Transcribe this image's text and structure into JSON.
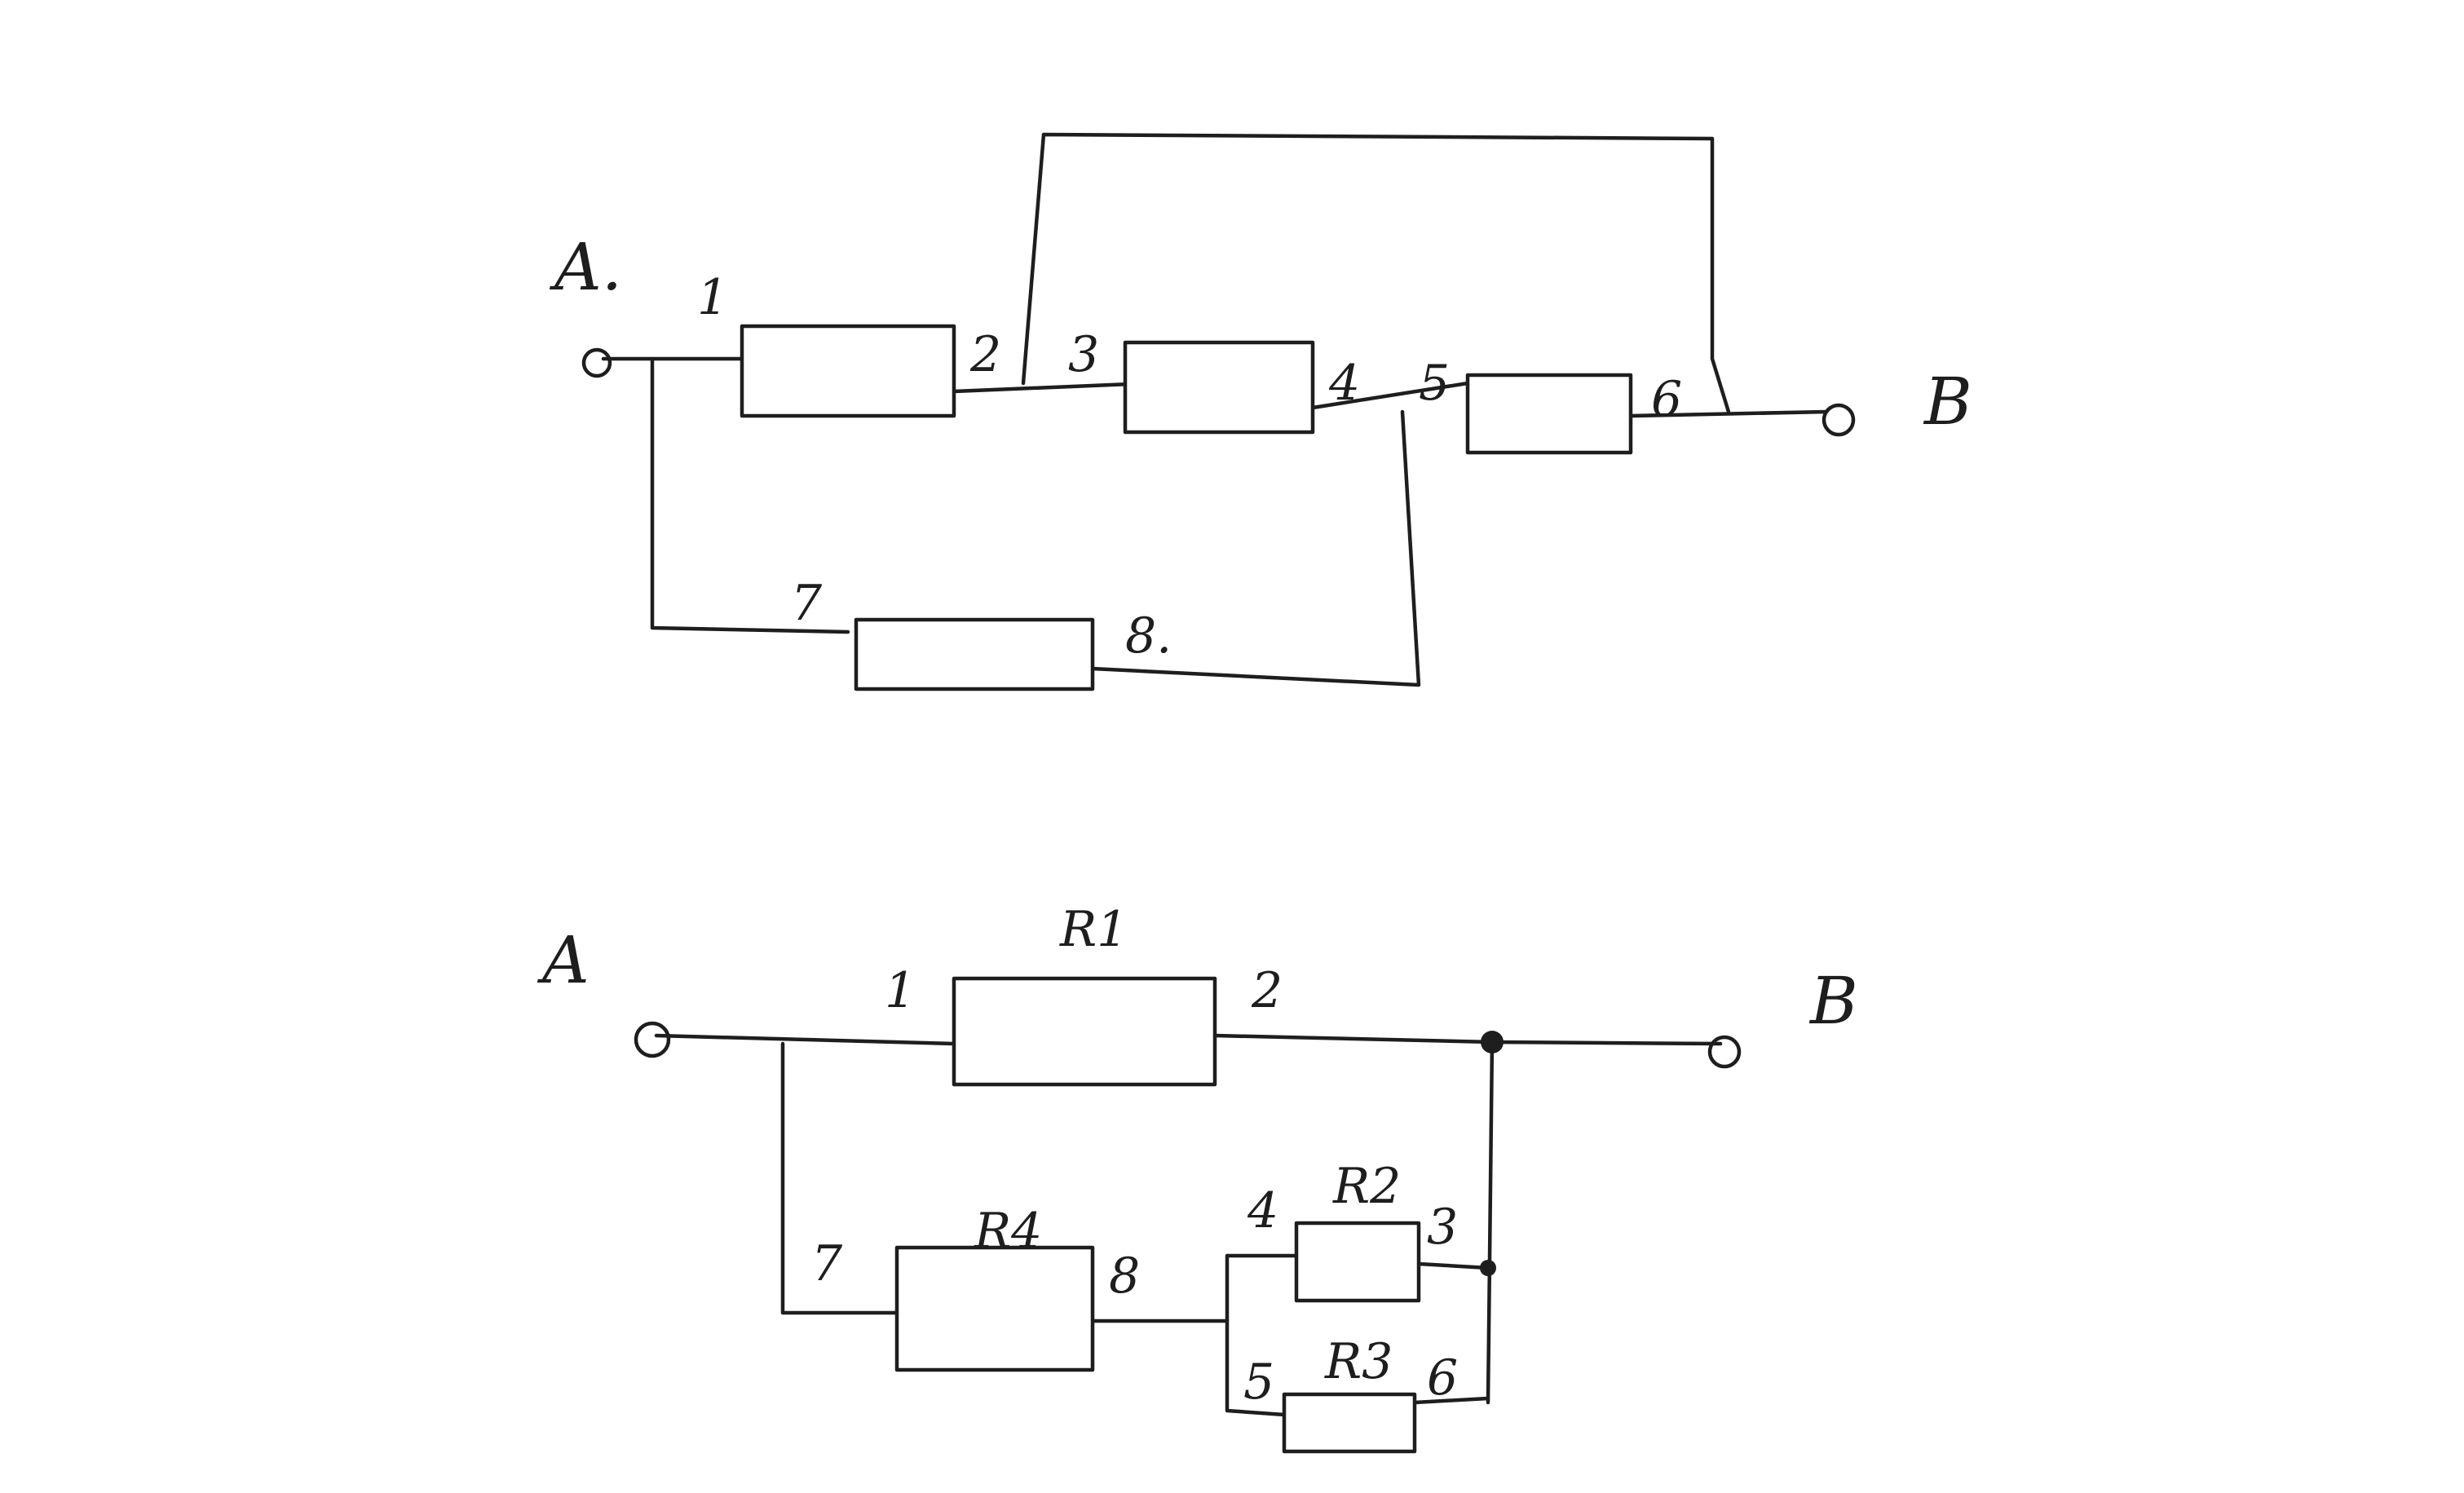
{
  "top_circuit": {
    "terminal_a": "A.",
    "terminal_b": "B",
    "nodes": [
      "1",
      "2",
      "3",
      "4",
      "5",
      "6",
      "7",
      "8."
    ]
  },
  "bottom_circuit": {
    "terminal_a": "A",
    "terminal_b": "B",
    "nodes": [
      "1",
      "2",
      "4",
      "3",
      "7",
      "8",
      "5",
      "6"
    ],
    "resistors": [
      "R1",
      "R2",
      "R3",
      "R4"
    ]
  }
}
